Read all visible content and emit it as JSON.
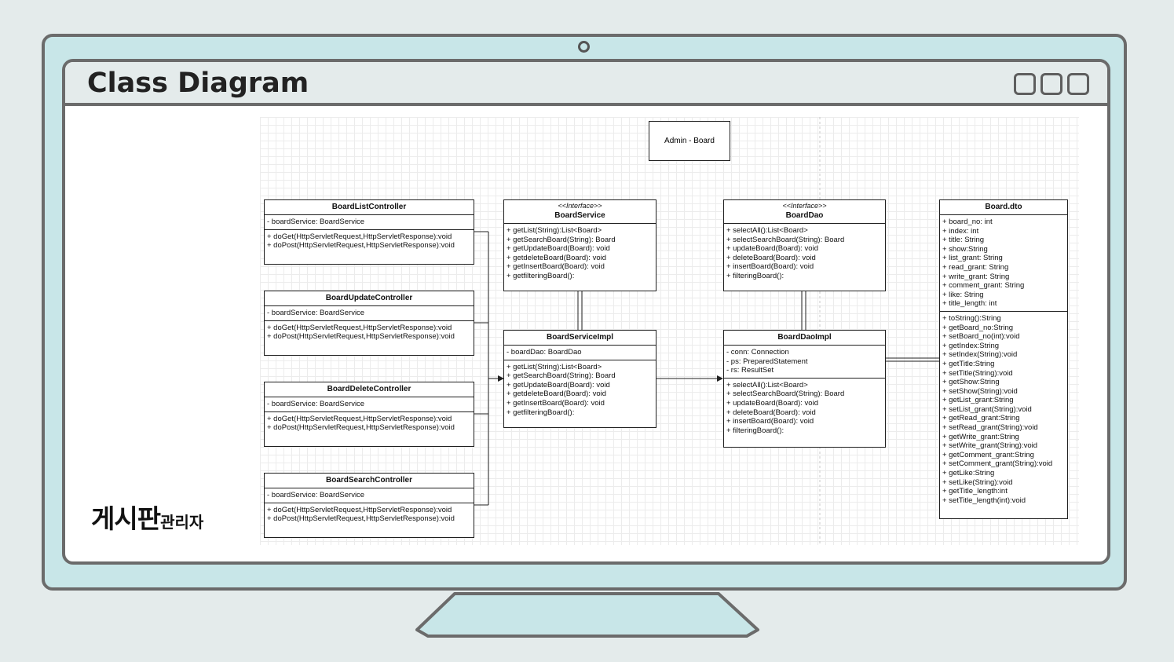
{
  "window": {
    "title": "Class Diagram"
  },
  "brand": {
    "main": "게시판",
    "sub": "관리자"
  },
  "diagram": {
    "note": "Admin - Board",
    "classes": {
      "boardListController": {
        "name": "BoardListController",
        "attributes": [
          "- boardService: BoardService"
        ],
        "methods": [
          "+ doGet(HttpServletRequest,HttpServletResponse):void",
          "+ doPost(HttpServletRequest,HttpServletResponse):void"
        ]
      },
      "boardUpdateController": {
        "name": "BoardUpdateController",
        "attributes": [
          "- boardService: BoardService"
        ],
        "methods": [
          "+ doGet(HttpServletRequest,HttpServletResponse):void",
          "+ doPost(HttpServletRequest,HttpServletResponse):void"
        ]
      },
      "boardDeleteController": {
        "name": "BoardDeleteController",
        "attributes": [
          "- boardService: BoardService"
        ],
        "methods": [
          "+ doGet(HttpServletRequest,HttpServletResponse):void",
          "+ doPost(HttpServletRequest,HttpServletResponse):void"
        ]
      },
      "boardSearchController": {
        "name": "BoardSearchController",
        "attributes": [
          "- boardService: BoardService"
        ],
        "methods": [
          "+ doGet(HttpServletRequest,HttpServletResponse):void",
          "+ doPost(HttpServletRequest,HttpServletResponse):void"
        ]
      },
      "boardService": {
        "stereotype": "<<Interface>>",
        "name": "BoardService",
        "methods": [
          "+ getList(String):List<Board>",
          "+ getSearchBoard(String): Board",
          "+ getUpdateBoard(Board): void",
          "+ getdeleteBoard(Board): void",
          "+ getInsertBoard(Board): void",
          "+ getfilteringBoard():"
        ]
      },
      "boardServiceImpl": {
        "name": "BoardServiceImpl",
        "attributes": [
          "- boardDao: BoardDao"
        ],
        "methods": [
          "+ getList(String):List<Board>",
          "+ getSearchBoard(String): Board",
          "+ getUpdateBoard(Board): void",
          "+ getdeleteBoard(Board): void",
          "+ getInsertBoard(Board): void",
          "+ getfilteringBoard():"
        ]
      },
      "boardDao": {
        "stereotype": "<<Interface>>",
        "name": "BoardDao",
        "methods": [
          "+ selectAll():List<Board>",
          "+ selectSearchBoard(String): Board",
          "+ updateBoard(Board): void",
          "+ deleteBoard(Board): void",
          "+ insertBoard(Board): void",
          "+ filteringBoard():"
        ]
      },
      "boardDaoImpl": {
        "name": "BoardDaoImpl",
        "attributes": [
          "- conn: Connection",
          "- ps: PreparedStatement",
          "- rs: ResultSet"
        ],
        "methods": [
          "+ selectAll():List<Board>",
          "+ selectSearchBoard(String): Board",
          "+ updateBoard(Board): void",
          "+ deleteBoard(Board): void",
          "+ insertBoard(Board): void",
          "+ filteringBoard():"
        ]
      },
      "boardDto": {
        "name": "Board.dto",
        "attributes": [
          "+ board_no: int",
          "+ index: int",
          "+ title: String",
          "+ show:String",
          "+ list_grant: String",
          "+ read_grant: String",
          "+ write_grant: String",
          "+ comment_grant: String",
          "+ like: String",
          "+ title_length: int"
        ],
        "methods": [
          "+ toString():String",
          "+ getBoard_no:String",
          "+ setBoard_no(int):void",
          "+ getIndex:String",
          "+ setIndex(String):void",
          "+ getTitle:String",
          "+ setTitle(String):void",
          "+ getShow:String",
          "+ setShow(String):void",
          "+ getList_grant:String",
          "+ setList_grant(String):void",
          "+ getRead_grant:String",
          "+ setRead_grant(String):void",
          "+ getWrite_grant:String",
          "+ setWrite_grant(String):void",
          "+ getComment_grant:String",
          "+ setComment_grant(String):void",
          "+ getLike:String",
          "+ setLike(String):void",
          "+ getTitle_length:int",
          "+ setTitle_length(int):void"
        ]
      }
    }
  }
}
